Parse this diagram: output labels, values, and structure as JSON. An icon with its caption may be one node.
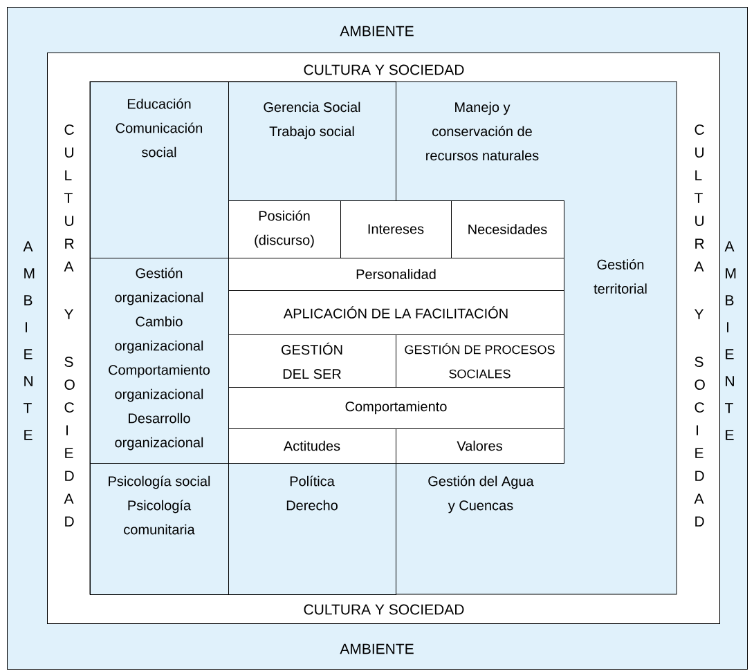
{
  "diagram": {
    "nodes": [
      {
        "text": [
          "AMBIENTE",
          "AMBIENTE",
          "AMBIENTE",
          "AMBIENTE"
        ]
      },
      {
        "text": [
          "CULTURA Y SOCIEDAD",
          "CULTURA Y SOCIEDAD",
          "CULTURA Y SOCIEDAD",
          "CULTURA Y SOCIEDAD"
        ],
        "in": 0
      },
      {
        "text": [
          "Educación",
          "Comunicación social"
        ],
        "in": 1
      },
      {
        "text": [
          "Gerencia Social",
          "Trabajo social"
        ],
        "in": 1
      },
      {
        "text": [
          "Manejo y conservación de recursos naturales"
        ],
        "in": 1
      },
      {
        "text": [
          "Gestión territorial"
        ],
        "in": 1
      },
      {
        "text": [
          "Posición (discurso)"
        ],
        "in": 1
      },
      {
        "text": [
          "Intereses"
        ],
        "in": 1
      },
      {
        "text": [
          "Necesidades"
        ],
        "in": 1
      },
      {
        "text": [
          "Personalidad"
        ],
        "in": 1
      },
      {
        "text": [
          "APLICACIÓN DE LA FACILITACIÓN"
        ],
        "in": 1
      },
      {
        "text": [
          "GESTIÓN DEL SER"
        ],
        "in": 1
      },
      {
        "text": [
          "GESTIÓN DE PROCESOS SOCIALES"
        ],
        "in": 1
      },
      {
        "text": [
          "Comportamiento"
        ],
        "in": 1
      },
      {
        "text": [
          "Actitudes"
        ],
        "in": 1
      },
      {
        "text": [
          "Valores"
        ],
        "in": 1
      },
      {
        "text": [
          "Gestión organizacional",
          "Cambio organizacional",
          "Comportamiento organizacional",
          "Desarrollo organizacional"
        ],
        "in": 1
      },
      {
        "text": [
          "Psicología social",
          "Psicología comunitaria"
        ],
        "in": 1
      },
      {
        "text": [
          "Política",
          "Derecho"
        ],
        "in": 1
      },
      {
        "text": [
          "Gestión del Agua y Cuencas"
        ],
        "in": 1
      }
    ]
  }
}
